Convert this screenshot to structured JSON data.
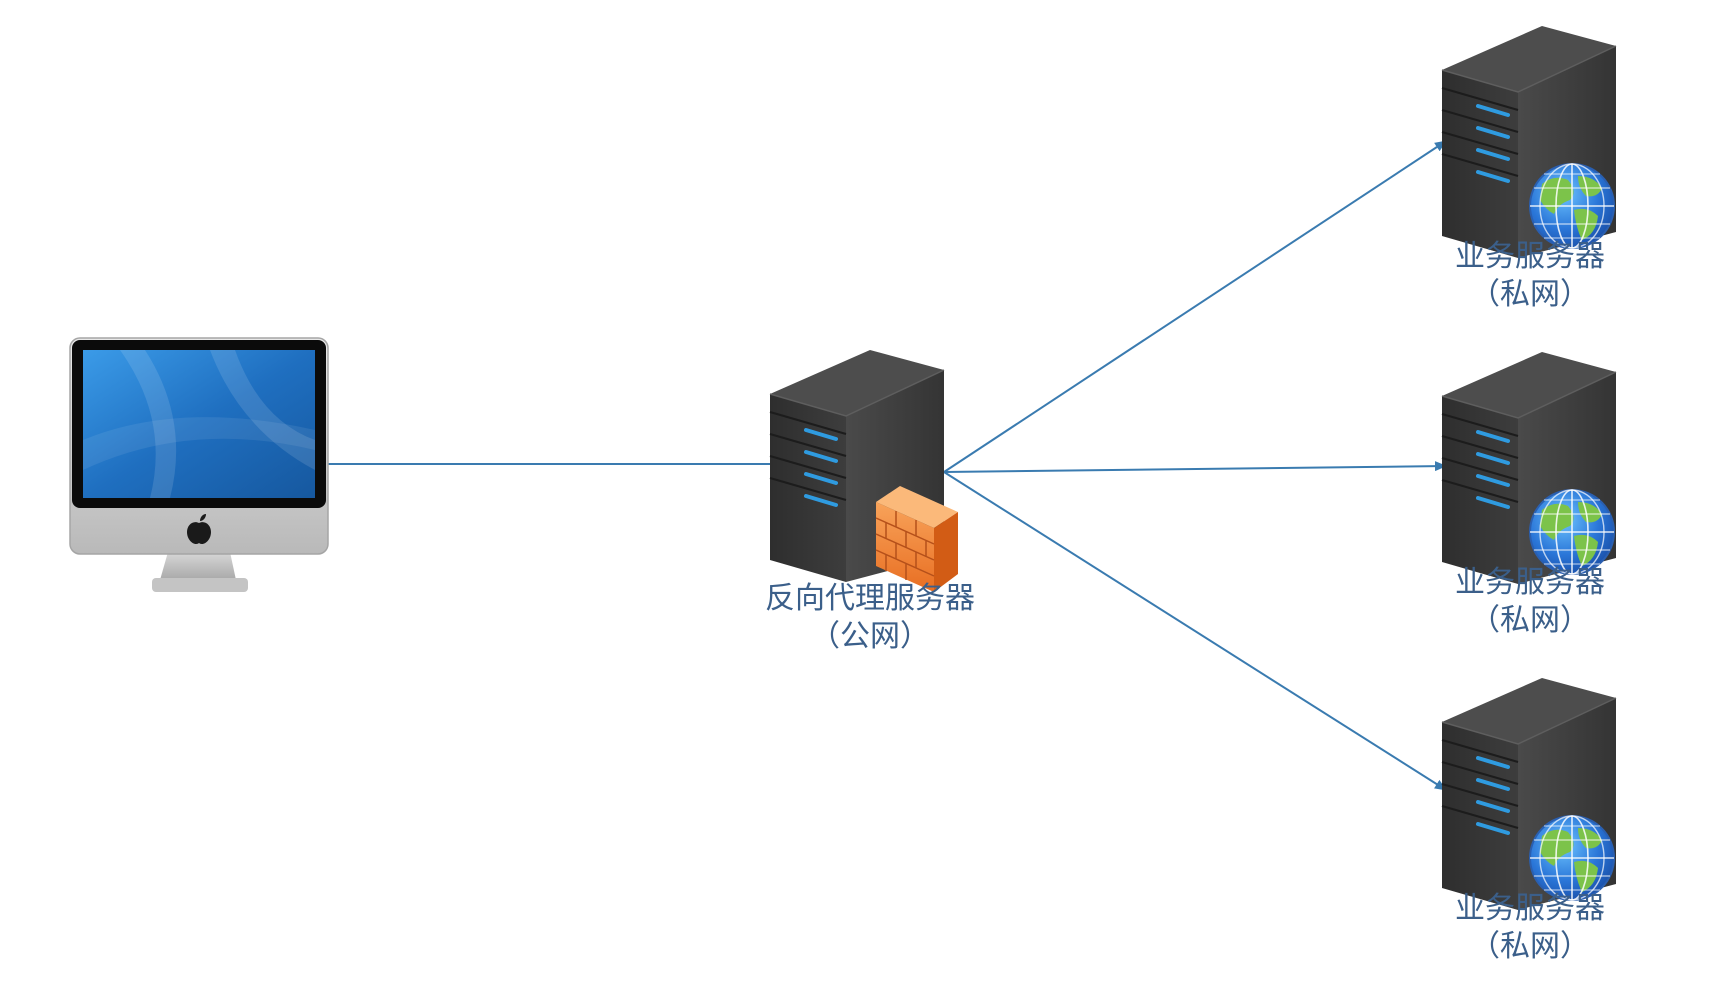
{
  "nodes": {
    "client": {
      "icon": "desktop-computer-icon"
    },
    "proxy": {
      "icon": "server-with-firewall-icon",
      "label_line1": "反向代理服务器",
      "label_line2": "（公网）"
    },
    "business_servers": [
      {
        "icon": "server-with-globe-icon",
        "label_line1": "业务服务器",
        "label_line2": "（私网）"
      },
      {
        "icon": "server-with-globe-icon",
        "label_line1": "业务服务器",
        "label_line2": "（私网）"
      },
      {
        "icon": "server-with-globe-icon",
        "label_line1": "业务服务器",
        "label_line2": "（私网）"
      }
    ]
  },
  "edges": [
    {
      "from": "client",
      "to": "proxy"
    },
    {
      "from": "proxy",
      "to": "business_servers.0"
    },
    {
      "from": "proxy",
      "to": "business_servers.1"
    },
    {
      "from": "proxy",
      "to": "business_servers.2"
    }
  ],
  "colors": {
    "edge": "#3a7bb0",
    "label_text": "#3b5f8a",
    "server_body": "#3a3a3a",
    "server_led": "#2f9be0",
    "firewall": "#f07a2a",
    "globe_water": "#2a76d8",
    "globe_land": "#7cc34a",
    "screen": "#2a7bc8"
  }
}
